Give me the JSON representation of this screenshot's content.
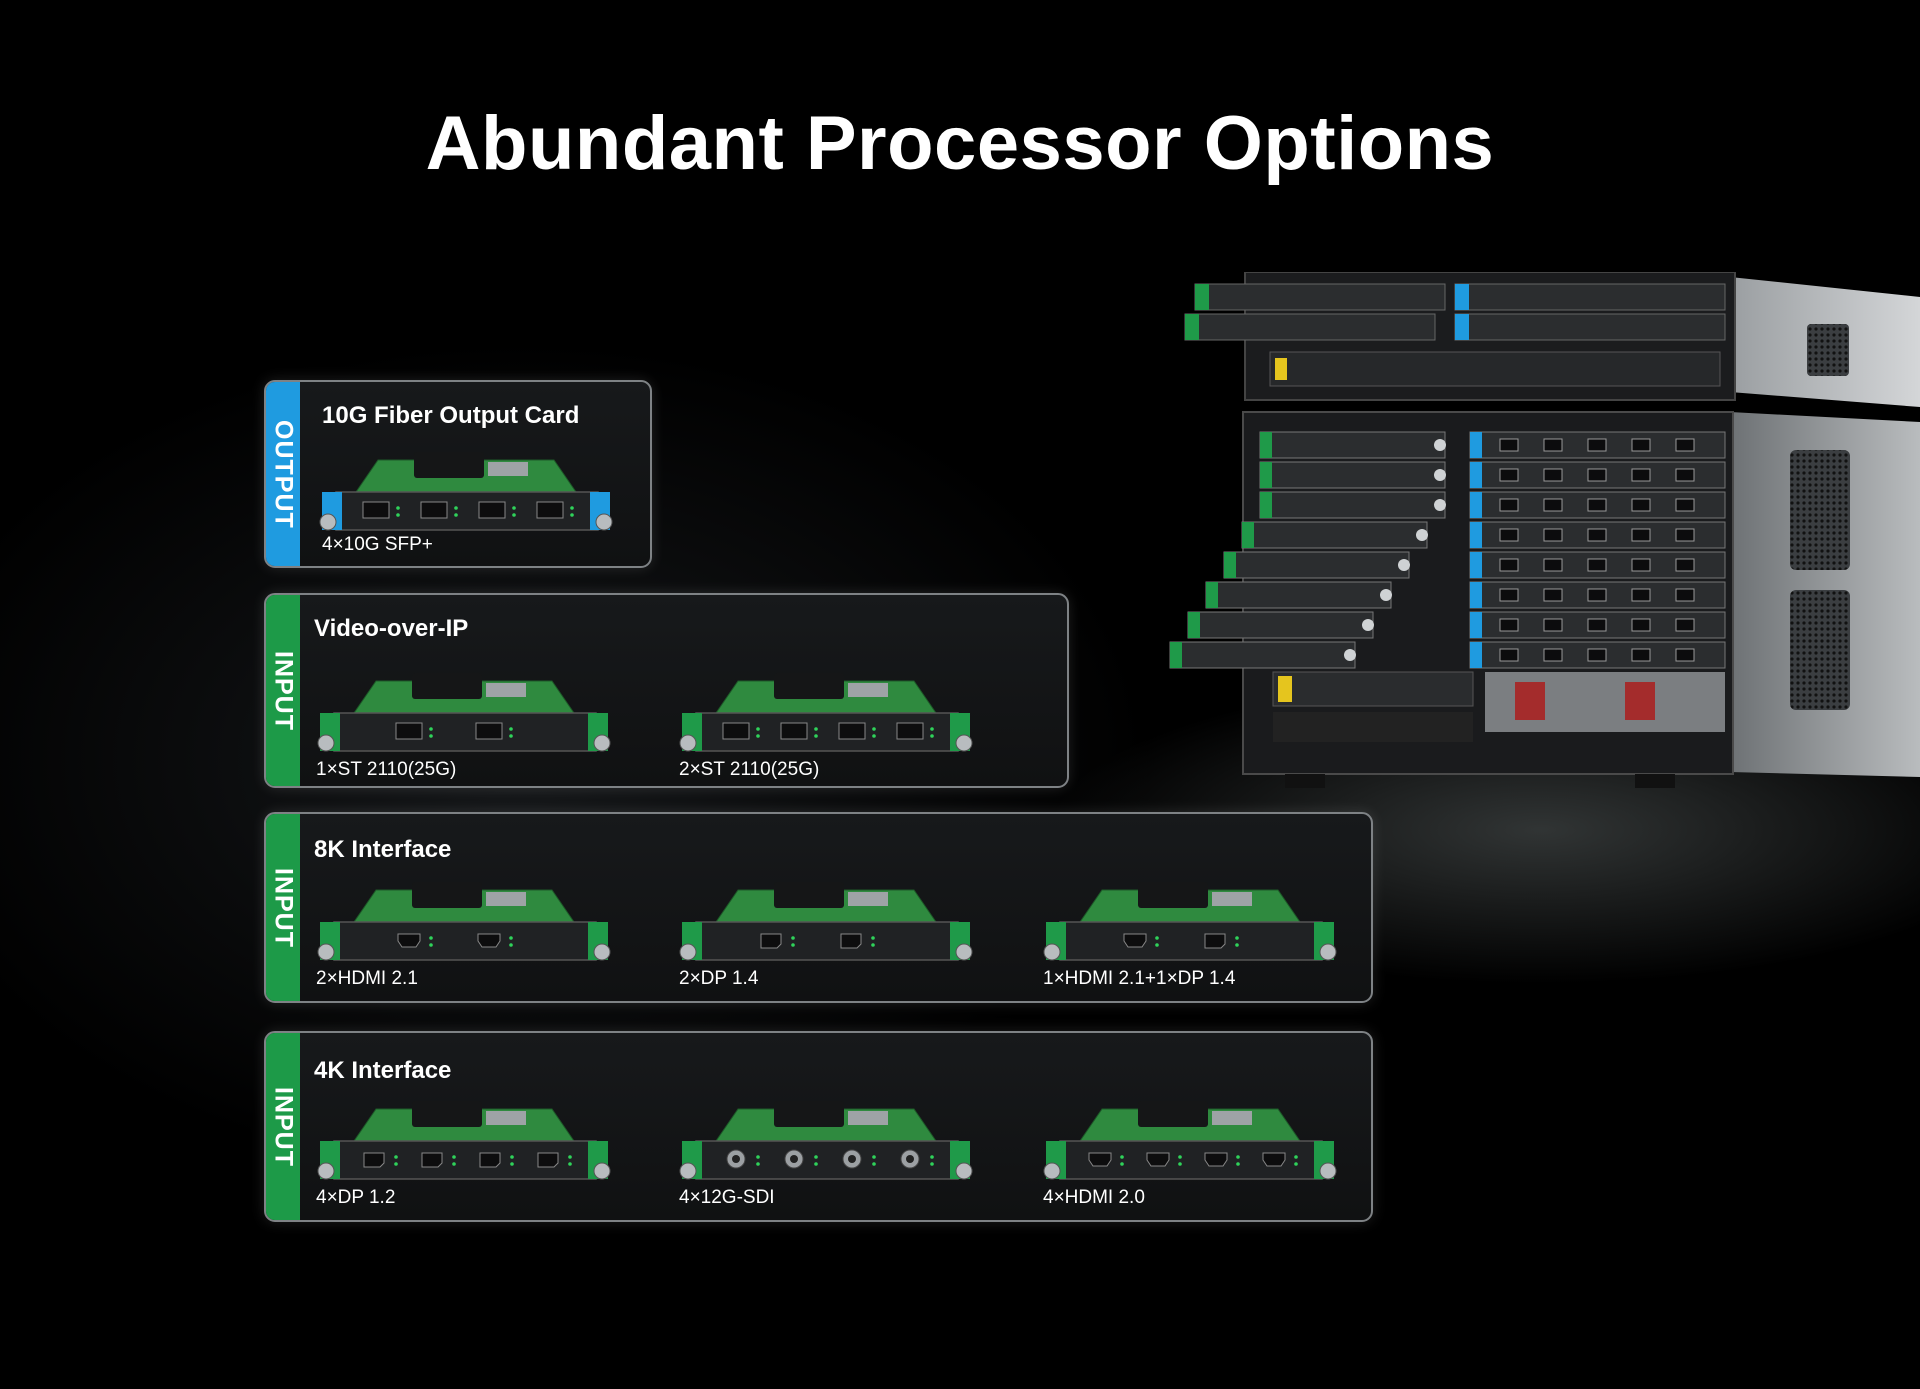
{
  "title": "Abundant Processor Options",
  "colors": {
    "output_tab": "#1f9be0",
    "input_tab": "#1d9a48",
    "panel_border": "#7e8285"
  },
  "panels": [
    {
      "tab": "OUTPUT",
      "title": "10G Fiber Output Card",
      "cards": [
        {
          "label": "4×10G SFP+",
          "ports": "sfp4",
          "accent": "blue"
        }
      ]
    },
    {
      "tab": "INPUT",
      "title": "Video-over-IP",
      "cards": [
        {
          "label": "1×ST 2110(25G)",
          "ports": "sfp2",
          "accent": "green"
        },
        {
          "label": "2×ST 2110(25G)",
          "ports": "sfp4",
          "accent": "green"
        }
      ]
    },
    {
      "tab": "INPUT",
      "title": "8K Interface",
      "cards": [
        {
          "label": "2×HDMI 2.1",
          "ports": "hdmi2",
          "accent": "green"
        },
        {
          "label": "2×DP 1.4",
          "ports": "dp2",
          "accent": "green"
        },
        {
          "label": "1×HDMI 2.1+1×DP 1.4",
          "ports": "mix2",
          "accent": "green"
        }
      ]
    },
    {
      "tab": "INPUT",
      "title": "4K Interface",
      "cards": [
        {
          "label": "4×DP 1.2",
          "ports": "dp4",
          "accent": "green"
        },
        {
          "label": "4×12G-SDI",
          "ports": "sdi4",
          "accent": "green"
        },
        {
          "label": "4×HDMI 2.0",
          "ports": "hdmi4",
          "accent": "green"
        }
      ]
    }
  ]
}
